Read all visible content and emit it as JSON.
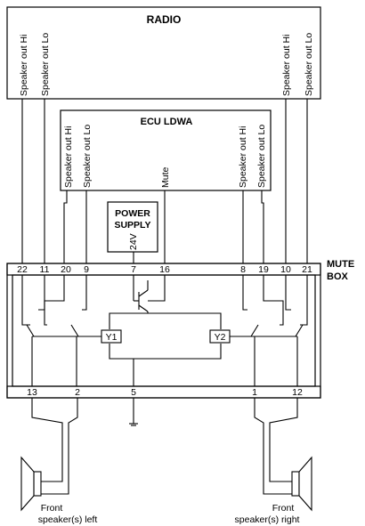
{
  "radio": {
    "title": "RADIO",
    "left_hi": "Speaker out Hi",
    "left_lo": "Speaker out Lo",
    "right_hi": "Speaker out Hi",
    "right_lo": "Speaker out Lo"
  },
  "ecu": {
    "title": "ECU LDWA",
    "left_hi": "Speaker out Hi",
    "left_lo": "Speaker out Lo",
    "mute": "Mute",
    "right_hi": "Speaker out Hi",
    "right_lo": "Speaker out Lo"
  },
  "power_supply": {
    "line1": "POWER",
    "line2": "SUPPLY",
    "voltage": "24V"
  },
  "mute_box": {
    "line1": "MUTE",
    "line2": "BOX",
    "top_pins": [
      "22",
      "11",
      "20",
      "9",
      "7",
      "16",
      "8",
      "19",
      "10",
      "21"
    ],
    "bottom_pins": [
      "13",
      "2",
      "5",
      "1",
      "12"
    ],
    "relay_left": "Y1",
    "relay_right": "Y2"
  },
  "speakers": {
    "left_line1": "Front",
    "left_line2": "speaker(s) left",
    "right_line1": "Front",
    "right_line2": "speaker(s)  right"
  }
}
